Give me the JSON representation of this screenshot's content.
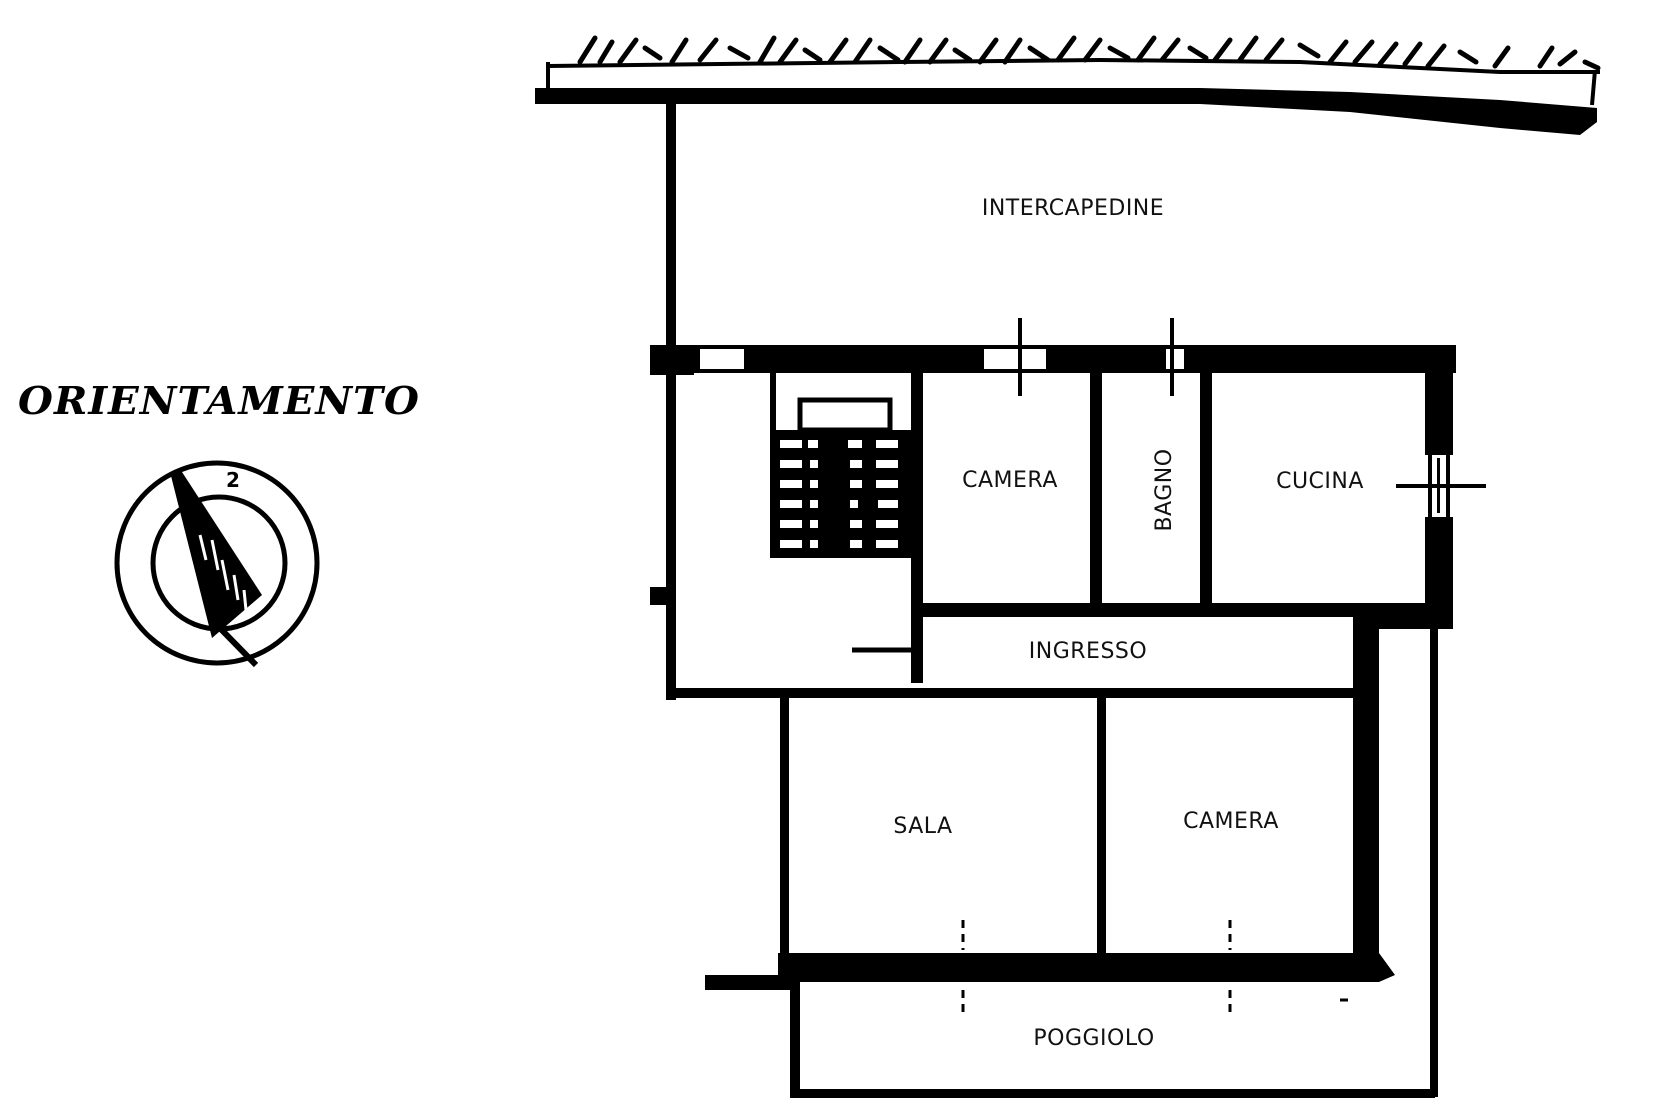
{
  "legend": {
    "title": "ORIENTAMENTO",
    "compass_icon": "north-arrow-compass",
    "compass_mark": "2"
  },
  "rooms": {
    "intercapedine": "INTERCAPEDINE",
    "camera_north": "CAMERA",
    "bagno": "BAGNO",
    "cucina": "CUCINA",
    "ingresso": "INGRESSO",
    "sala": "SALA",
    "camera_south": "CAMERA",
    "poggiolo": "POGGIOLO"
  },
  "colors": {
    "ink": "#000000",
    "paper": "#ffffff"
  }
}
